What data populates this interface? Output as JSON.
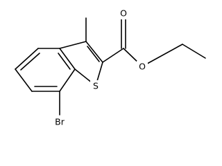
{
  "molecule": {
    "atoms": {
      "oxygen_carbonyl": "O",
      "oxygen_ester": "O",
      "sulfur": "S",
      "bromine": "Br"
    }
  },
  "colors": {
    "bond": "#000000",
    "label": "#000000",
    "background": "#ffffff"
  }
}
